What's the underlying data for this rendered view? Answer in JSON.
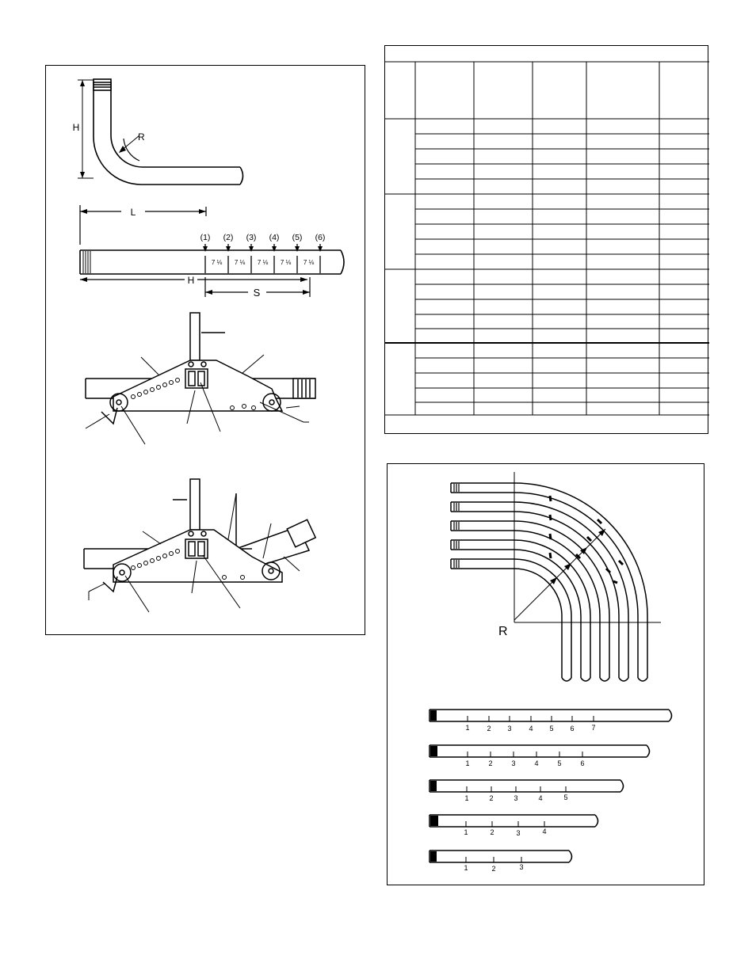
{
  "figure1": {
    "labels": {
      "height": "H",
      "radius": "R",
      "length": "L",
      "height_total": "H",
      "spacing": "S"
    },
    "marks": [
      "(1)",
      "(2)",
      "(3)",
      "(4)",
      "(5)",
      "(6)"
    ],
    "spacing_label": "7 ⅛"
  },
  "figure2": {
    "radius_label": "R",
    "pipe_scales": [
      {
        "marks": [
          "1",
          "2",
          "3",
          "4",
          "5",
          "6",
          "7"
        ]
      },
      {
        "marks": [
          "1",
          "2",
          "3",
          "4",
          "5",
          "6"
        ]
      },
      {
        "marks": [
          "1",
          "2",
          "3",
          "4",
          "5"
        ]
      },
      {
        "marks": [
          "1",
          "2",
          "3",
          "4"
        ]
      },
      {
        "marks": [
          "1",
          "2",
          "3"
        ]
      }
    ]
  },
  "table": {
    "columns": 6,
    "groups": 4,
    "rows_per_group": 5
  }
}
